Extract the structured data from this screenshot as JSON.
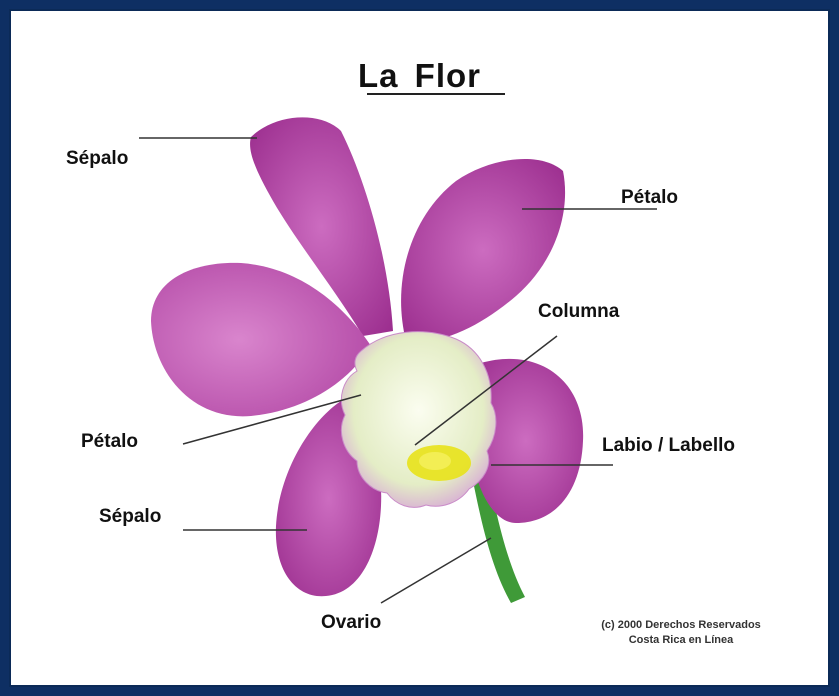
{
  "title": "La Flor",
  "labels": {
    "sepalo_top": "Sépalo",
    "petalo_top": "Pétalo",
    "columna": "Columna",
    "petalo_left": "Pétalo",
    "labio": "Labio / Labello",
    "sepalo_bottom": "Sépalo",
    "ovario": "Ovario"
  },
  "copyright": {
    "line1": "(c) 2000 Derechos Reservados",
    "line2": "Costa Rica en Línea"
  },
  "colors": {
    "petal": "#a8329a",
    "petal_light": "#cc6cc0",
    "column": "#eef3d6",
    "labellum_yellow": "#e8e21a",
    "stem": "#3f9a38",
    "frame_border": "#0b2a57"
  }
}
